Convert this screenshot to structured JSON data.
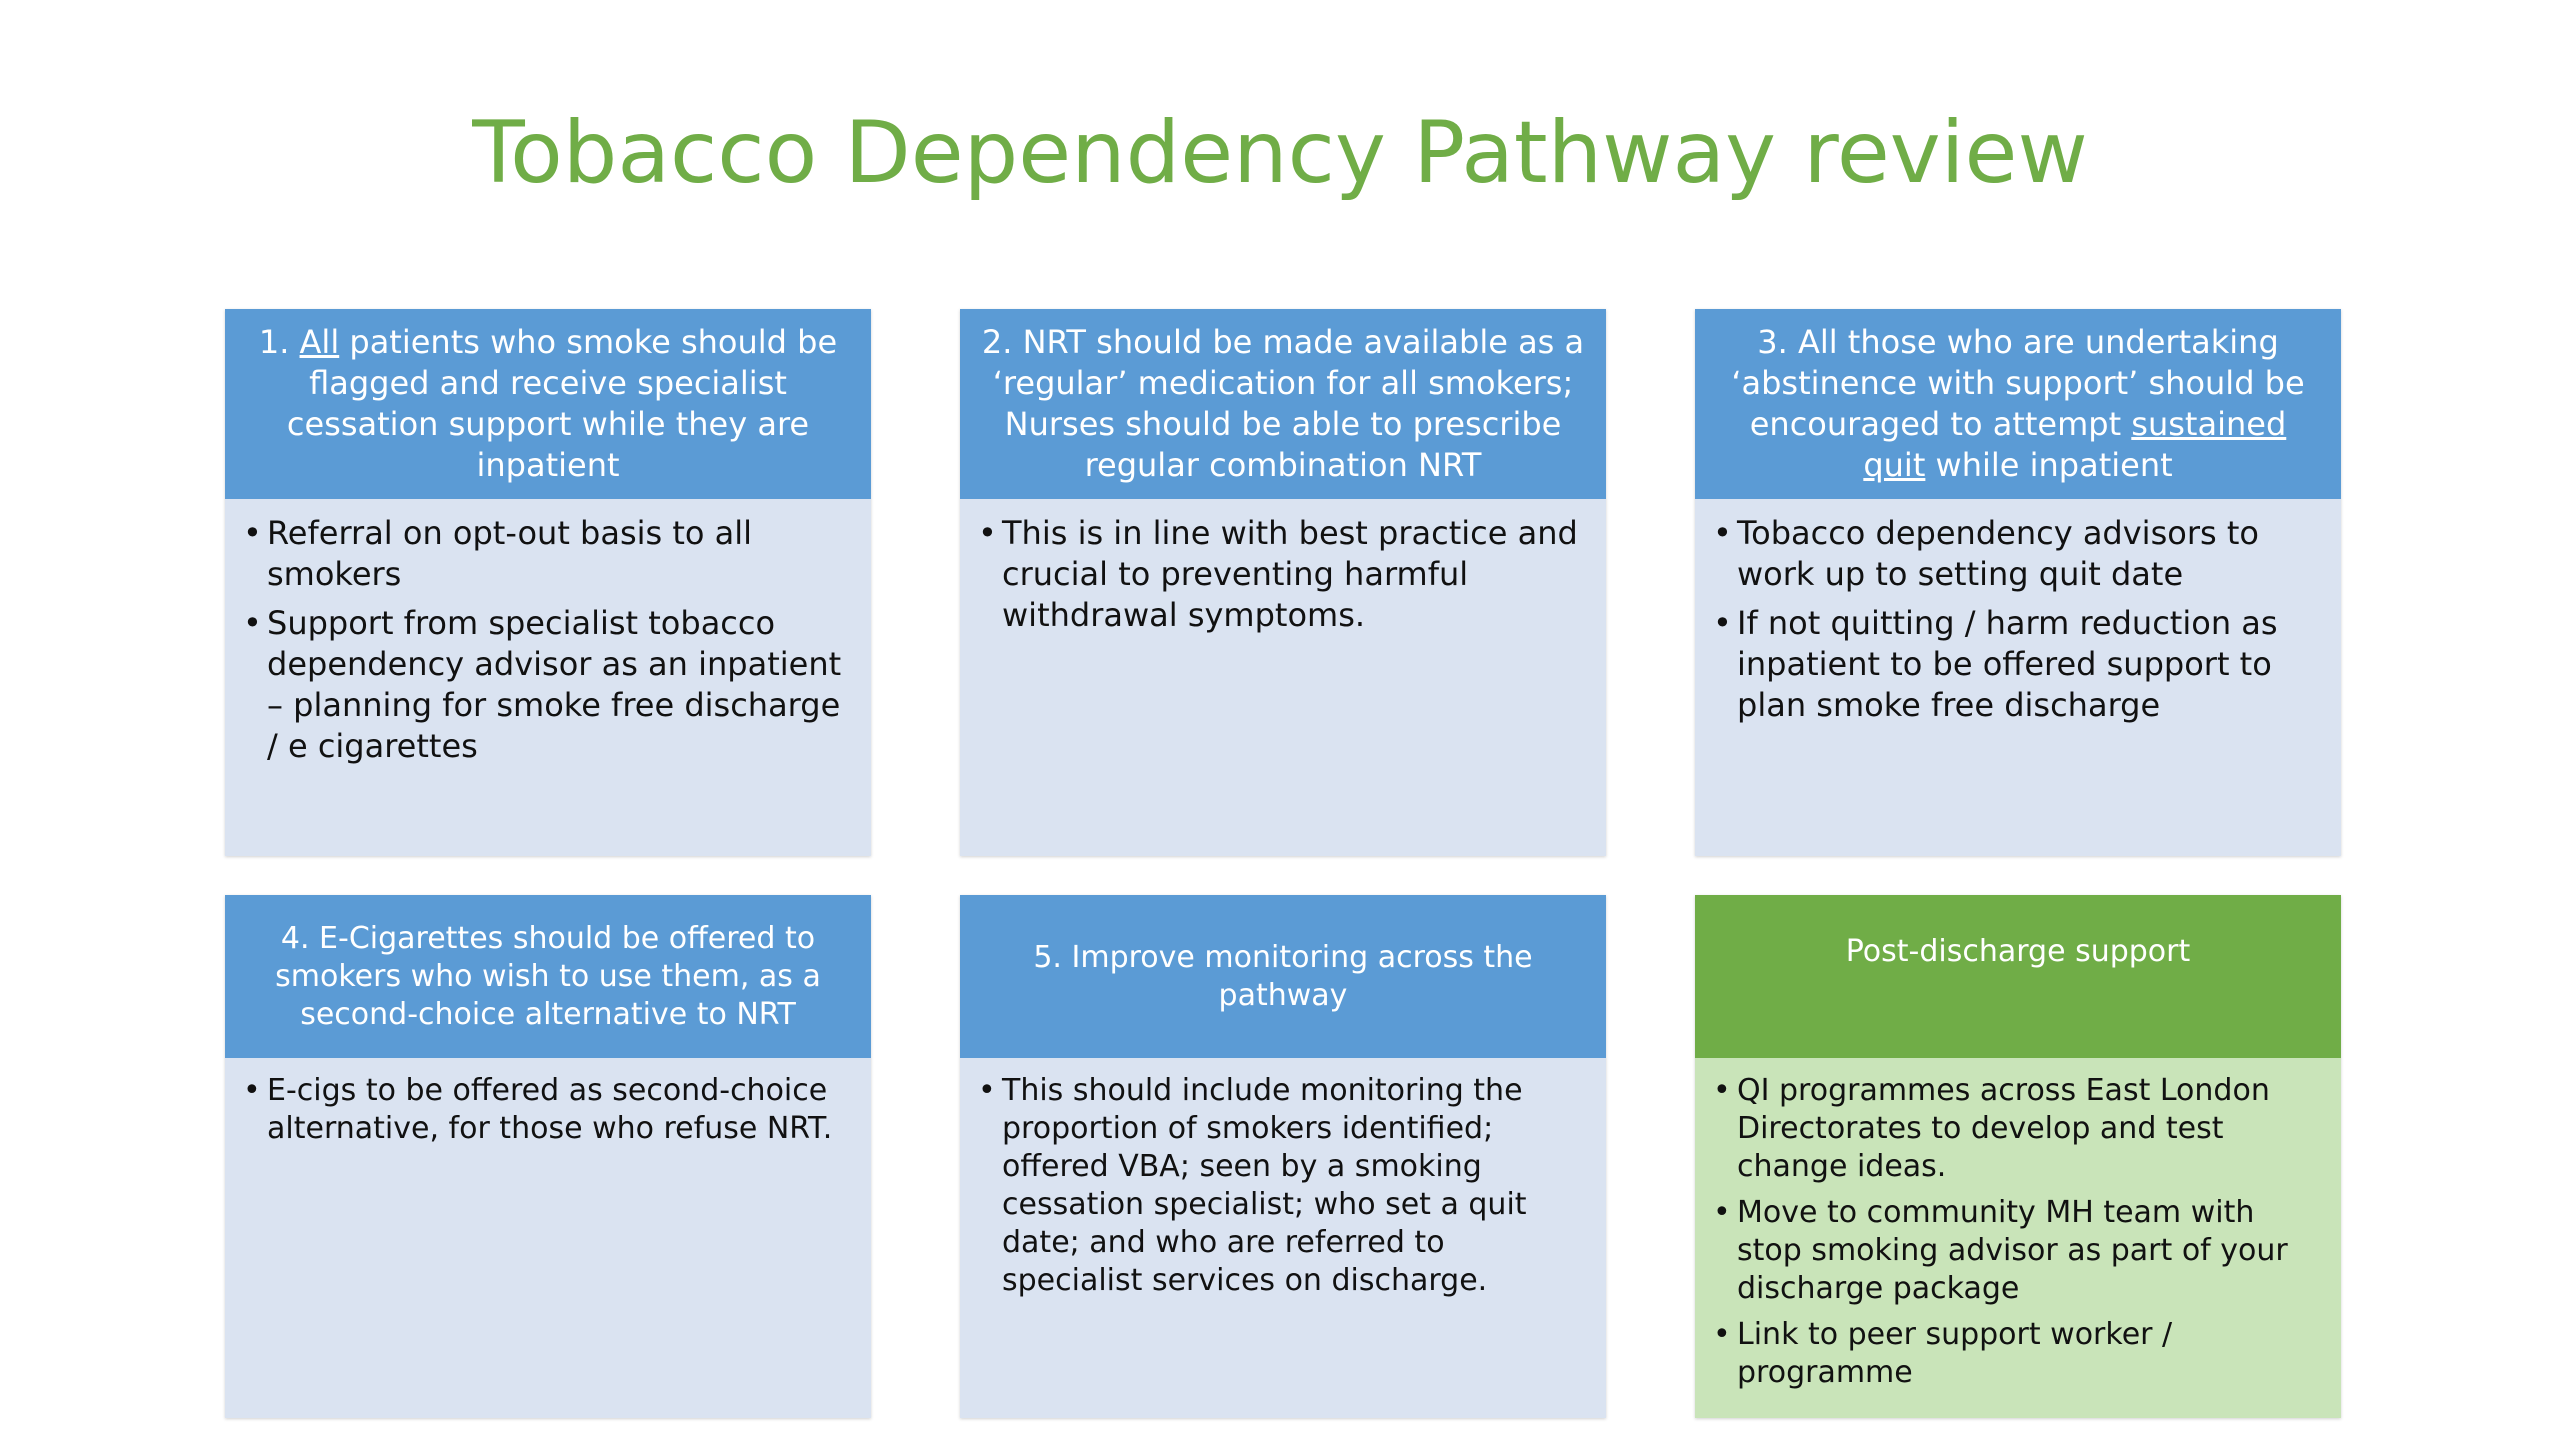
{
  "title": "Tobacco Dependency Pathway review",
  "cards": [
    {
      "head_prefix": "1. ",
      "head_underline": "All",
      "head_suffix": " patients who smoke should be flagged and receive specialist cessation support while they are inpatient",
      "bullets": [
        "Referral on opt-out basis to all smokers",
        "Support from specialist tobacco dependency advisor as an inpatient – planning for smoke free discharge / e cigarettes"
      ]
    },
    {
      "head": "2. NRT should be made available as a ‘regular’ medication for all smokers; Nurses should be able to prescribe regular combination NRT",
      "bullets": [
        "This is in line with best practice and crucial to preventing harmful withdrawal symptoms."
      ]
    },
    {
      "head_prefix": "3. All those who are undertaking ‘abstinence with support’ should be encouraged to attempt ",
      "head_underline": "sustained quit",
      "head_suffix": " while inpatient",
      "bullets": [
        "Tobacco dependency advisors to work up to setting quit date",
        "If not quitting  / harm reduction as inpatient to be offered support to plan smoke free discharge"
      ]
    },
    {
      "head": "4. E-Cigarettes should be offered to smokers who wish to use them, as a second-choice alternative to NRT",
      "bullets": [
        "E-cigs to be offered as second-choice alternative, for those who refuse NRT."
      ]
    },
    {
      "head": "5. Improve monitoring across the pathway",
      "bullets": [
        "This should include monitoring the proportion of smokers identified; offered VBA; seen by a smoking cessation specialist; who set a quit date; and who are referred to specialist services on discharge."
      ]
    },
    {
      "head": "Post-discharge support",
      "bullets": [
        "QI programmes across East London Directorates to develop and test change ideas.",
        "Move to community MH team with stop smoking advisor as part of your discharge package",
        "Link to peer support worker / programme"
      ]
    }
  ],
  "colors": {
    "title": "#70ad47",
    "blue_header": "#5b9bd5",
    "blue_body": "#dae3f1",
    "green_header": "#70ad47",
    "green_body": "#c9e4b9"
  }
}
